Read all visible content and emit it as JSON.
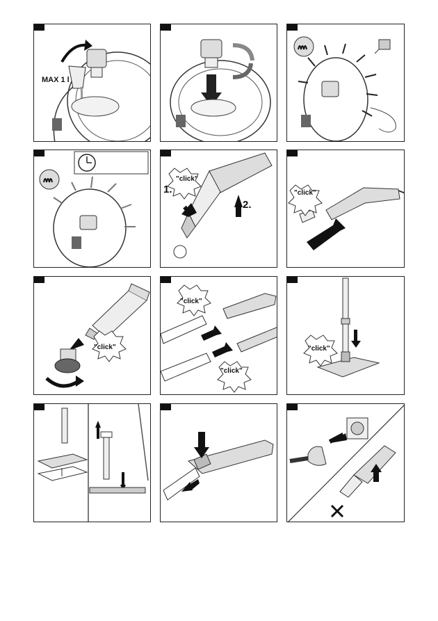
{
  "panels": {
    "p1": {
      "max_label": "MAX 1 l"
    },
    "p5": {
      "click": "\"click\"",
      "step1": "1.",
      "step2": "2."
    },
    "p6": {
      "click": "\"click\""
    },
    "p7": {
      "click": "\"click\""
    },
    "p8": {
      "click_top": "\"click\"",
      "click_bottom": "\"click\""
    },
    "p9": {
      "click": "\"click\""
    }
  },
  "icons": [
    "fill-water-icon",
    "close-cap-icon",
    "heating-icon",
    "timer-clock-icon",
    "steam-gun-icon",
    "extension-tube-icon",
    "brush-attachment-icon",
    "floor-nozzle-icon",
    "cloth-icon",
    "trigger-lock-icon",
    "unplug-icon"
  ]
}
